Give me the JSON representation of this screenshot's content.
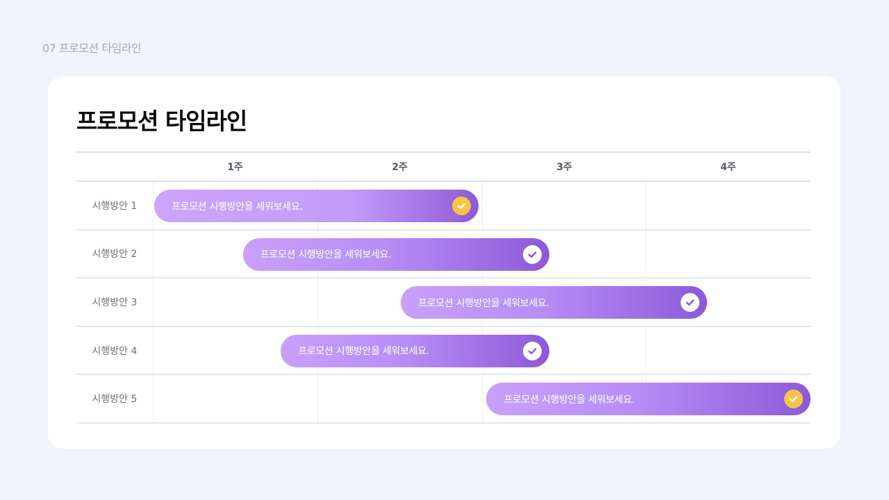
{
  "section_label": "07 프로모션 타임라인",
  "title": "프로모션 타임라인",
  "weeks": [
    "1주",
    "2주",
    "3주",
    "4주"
  ],
  "rows": [
    {
      "label": "시행방안 1",
      "bar_text": "프로모션 시행방안을 세워보세요.",
      "check_color": "#f7c544",
      "check_mark_color": "#ffffff",
      "start_week": 0.0,
      "end_week": 1.98
    },
    {
      "label": "시행방안 2",
      "bar_text": "프로모션 시행방안을 세워보세요.",
      "check_color": "#ffffff",
      "check_mark_color": "#8a5ad6",
      "start_week": 0.54,
      "end_week": 2.41
    },
    {
      "label": "시행방안 3",
      "bar_text": "프로모션 시행방안을 세워보세요.",
      "check_color": "#ffffff",
      "check_mark_color": "#8a5ad6",
      "start_week": 1.5,
      "end_week": 3.37
    },
    {
      "label": "시행방안 4",
      "bar_text": "프로모션 시행방안을 세워보세요.",
      "check_color": "#ffffff",
      "check_mark_color": "#8a5ad6",
      "start_week": 0.77,
      "end_week": 2.41
    },
    {
      "label": "시행방안 5",
      "bar_text": "프로모션 시행방안을 세워보세요.",
      "check_color": "#f7c544",
      "check_mark_color": "#ffffff",
      "start_week": 2.02,
      "end_week": 4.0
    }
  ],
  "colors": {
    "background": "#f1f4fd",
    "card": "#ffffff",
    "accent_purple": "#8c5ad8",
    "accent_light_purple": "#c8a0fa",
    "check_yellow": "#f7c544"
  }
}
